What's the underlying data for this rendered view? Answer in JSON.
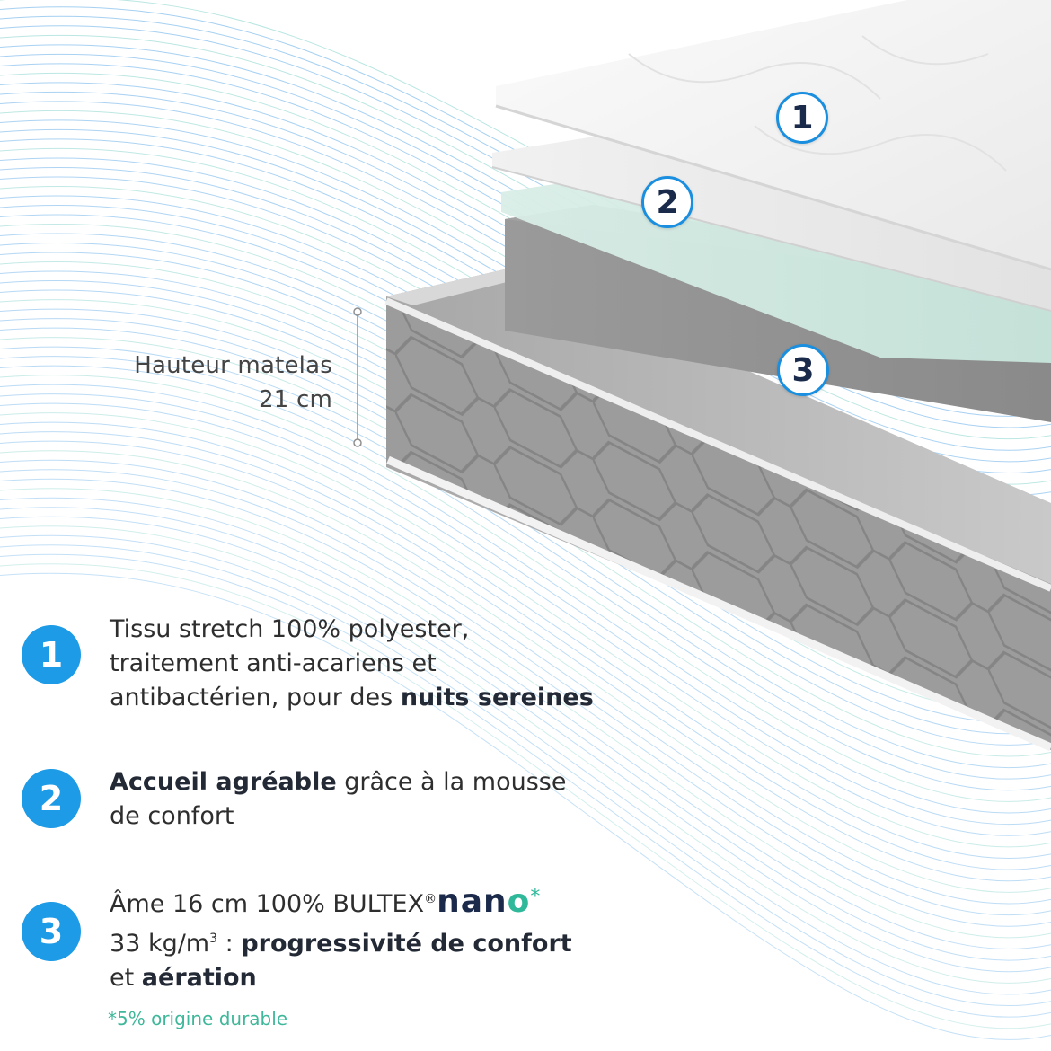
{
  "height_label": {
    "line1": "Hauteur matelas",
    "line2": "21 cm"
  },
  "layer_badges": [
    "1",
    "2",
    "3"
  ],
  "legend": [
    {
      "number": "1",
      "line1": "Tissu stretch 100% polyester,",
      "line2": "traitement anti-acariens et",
      "line3_plain": "antibactérien, pour des ",
      "line3_bold": "nuits sereines"
    },
    {
      "number": "2",
      "line1_bold": "Accueil agréable",
      "line1_plain": " grâce à la mousse",
      "line2": "de confort"
    },
    {
      "number": "3",
      "line1_plain": "Âme 16 cm 100% BULTEX",
      "reg": "®",
      "brand_a": "nan",
      "brand_b": "o",
      "star": "*",
      "line2_plain": "33 kg/m",
      "sup": "3",
      "line2_rest": " : ",
      "line2_bold": "progressivité de confort",
      "line3_plain": "et ",
      "line3_bold": "aération"
    }
  ],
  "footnote": "*5% origine durable",
  "colors": {
    "accent_blue": "#1d9be6",
    "accent_green": "#2fb89a",
    "wave_blue": "#5aa8e6",
    "wave_green": "#7fd1c8"
  }
}
